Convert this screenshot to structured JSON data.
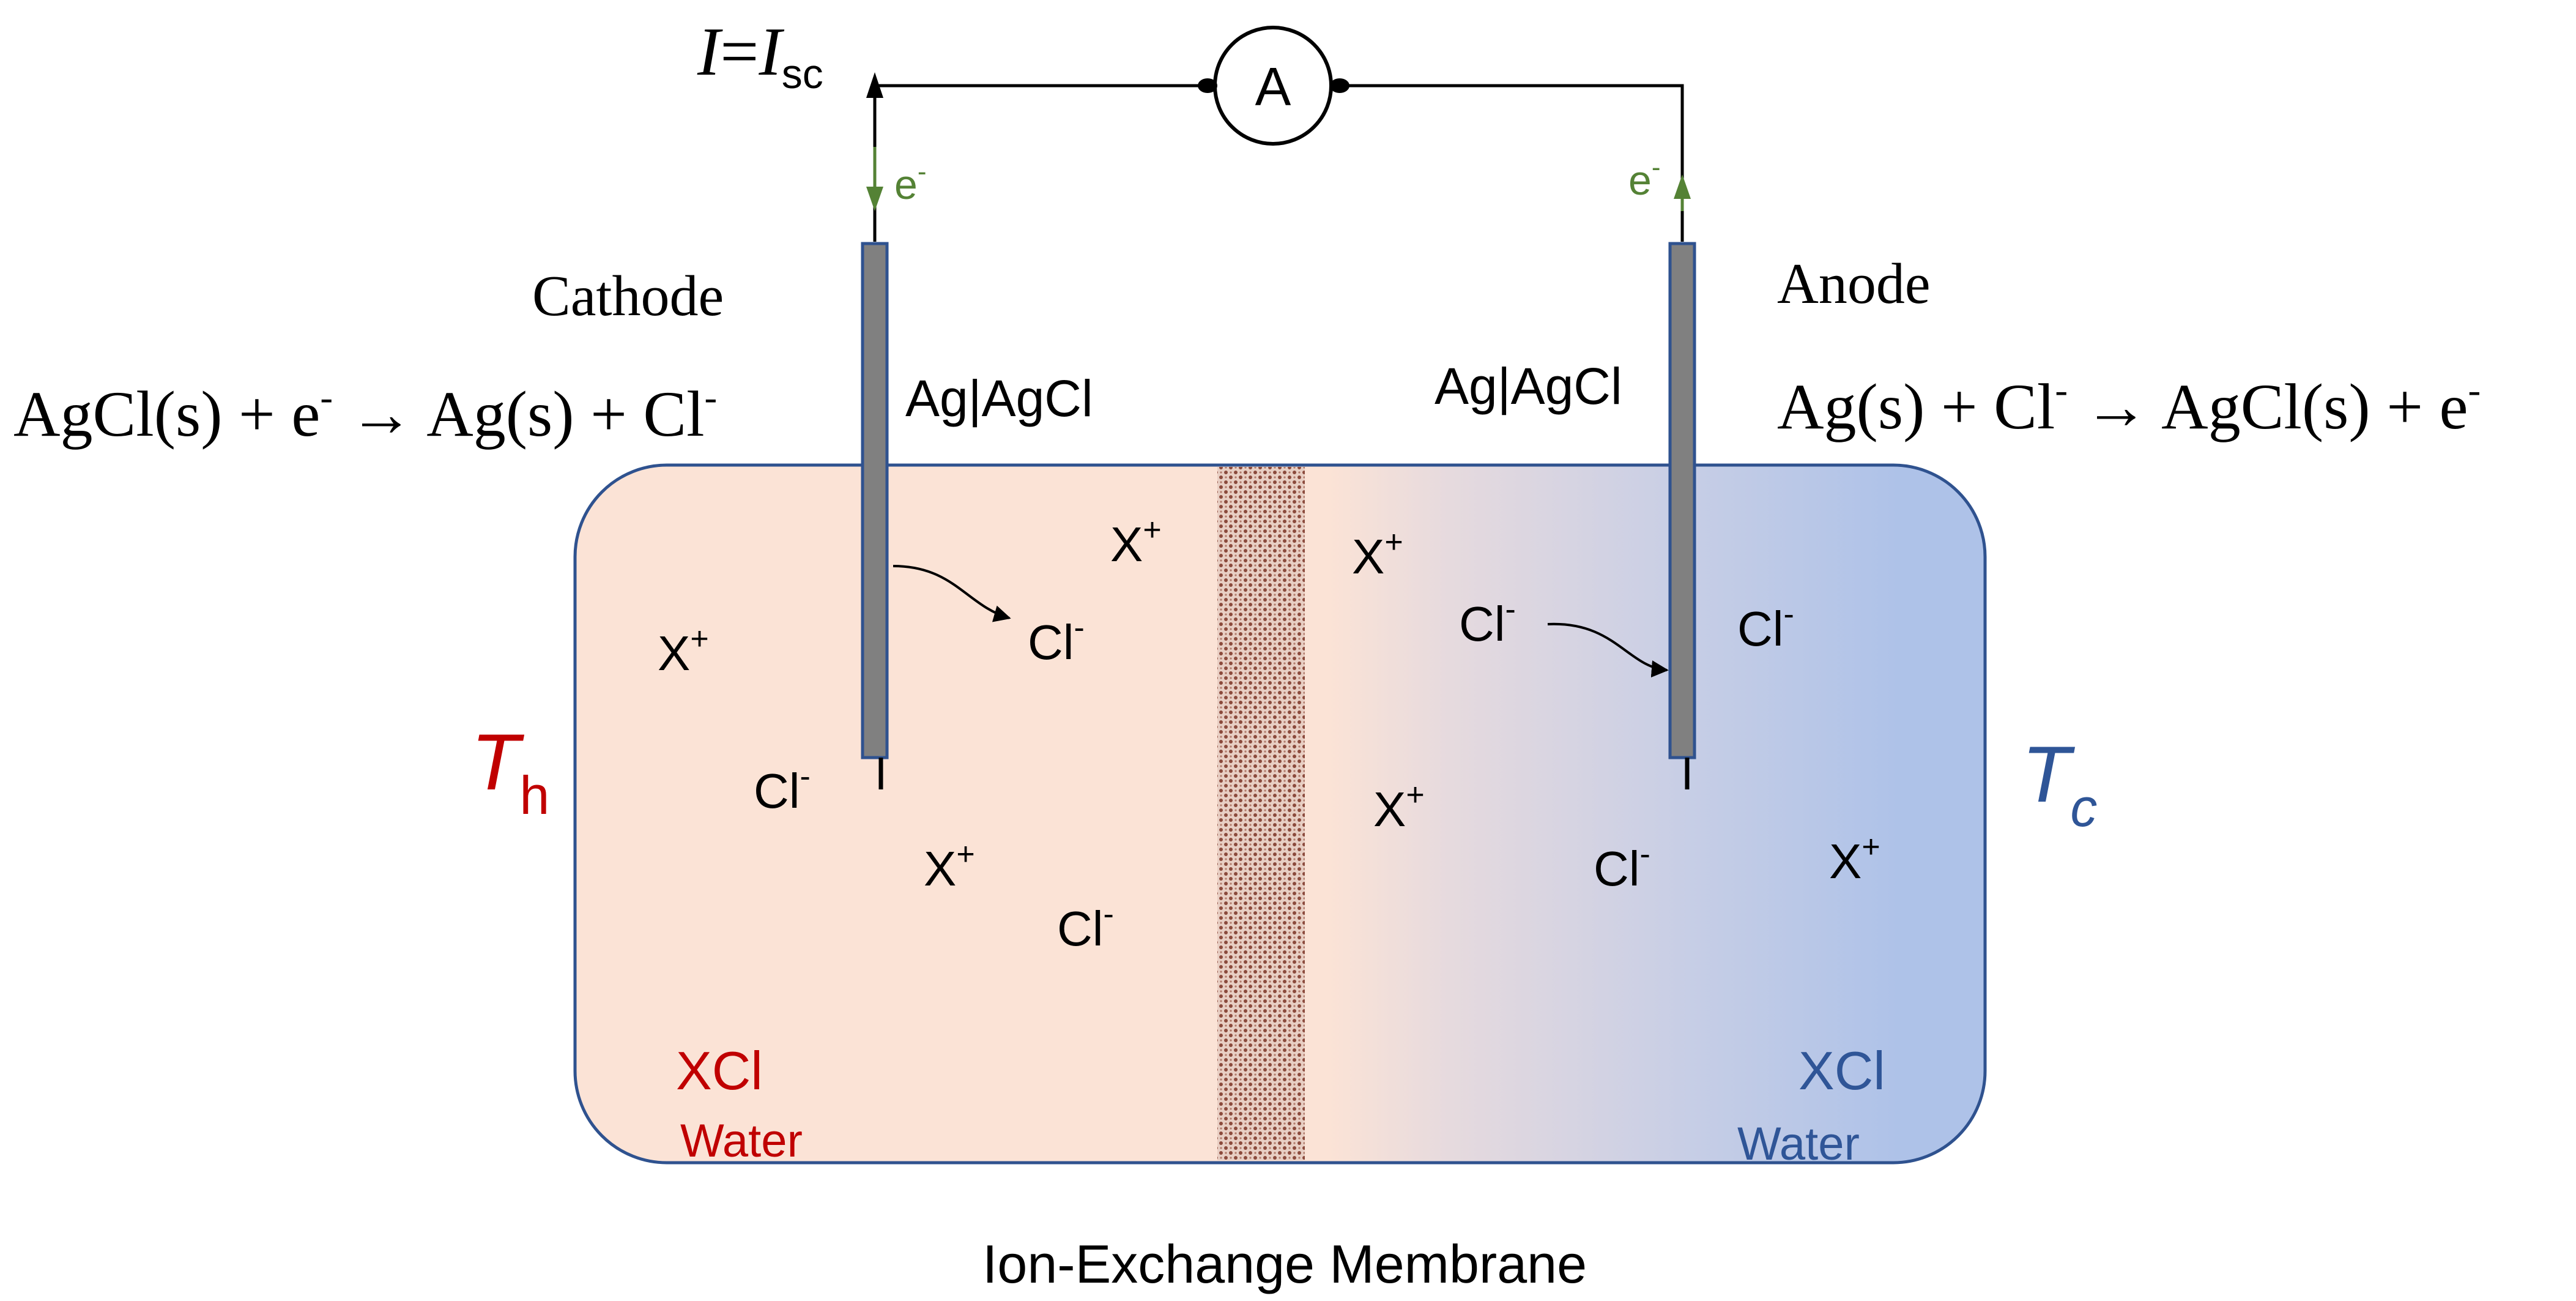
{
  "current_label": {
    "main": "I",
    "equals": "=",
    "var": "I",
    "sub": "sc"
  },
  "ammeter_label": "A",
  "electron_left": {
    "base": "e",
    "sup": "-"
  },
  "electron_right": {
    "base": "e",
    "sup": "-"
  },
  "cathode": {
    "title": "Cathode",
    "reaction": "AgCl(s) + e",
    "reaction_sup1": "-",
    "reaction_arrow": " → Ag(s) + Cl",
    "reaction_sup2": "-",
    "electrode_label": "Ag|AgCl"
  },
  "anode": {
    "title": "Anode",
    "reaction_a": "Ag(s) + Cl",
    "reaction_sup1": "-",
    "reaction_b": " → AgCl(s) + e",
    "reaction_sup2": "-",
    "electrode_label": "Ag|AgCl"
  },
  "hot_side": {
    "temp_var": "T",
    "temp_sub": "h",
    "salt": "XCl",
    "solvent": "Water"
  },
  "cold_side": {
    "temp_var": "T",
    "temp_sub": "c",
    "salt": "XCl",
    "solvent": "Water"
  },
  "ions": {
    "cation": {
      "base": "X",
      "sup": "+"
    },
    "anion": {
      "base": "Cl",
      "sup": "-"
    }
  },
  "membrane_label": "Ion-Exchange Membrane",
  "colors": {
    "hot_fill": "#fbe3d6",
    "cold_fill": "#aec2e8",
    "container_stroke": "#2f528f",
    "electrode_fill": "#808080",
    "electrode_stroke": "#2f528f",
    "electron_arrow": "#548235",
    "hot_text": "#c00000",
    "cold_text": "#2f5597",
    "membrane_dot": "#8b4a3c"
  }
}
